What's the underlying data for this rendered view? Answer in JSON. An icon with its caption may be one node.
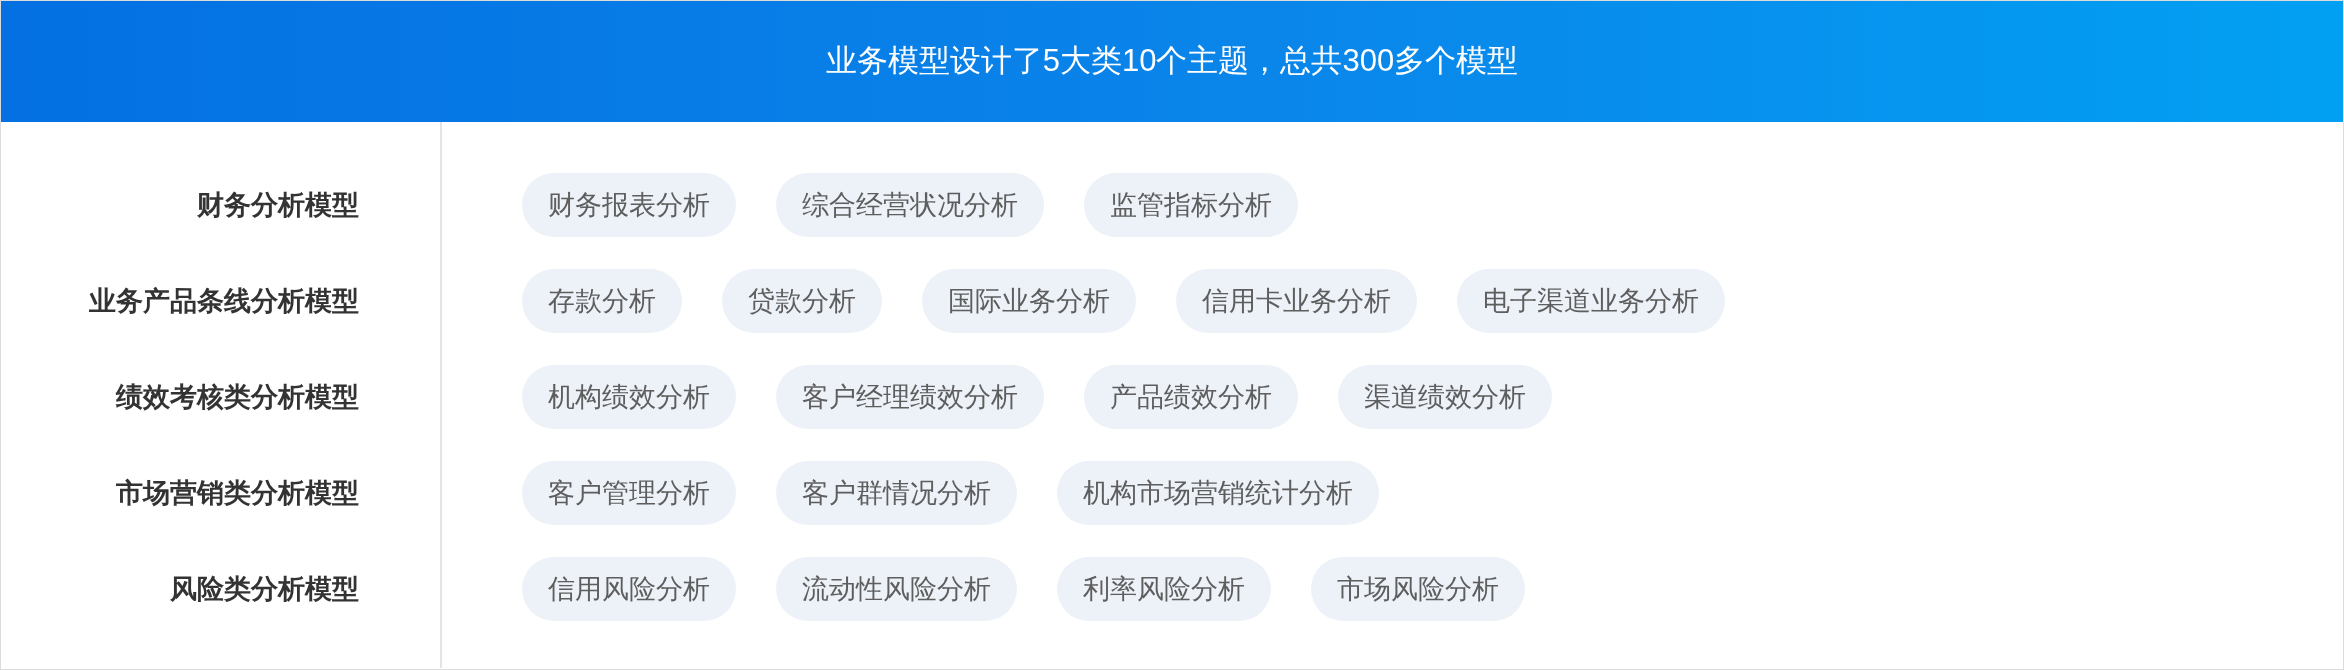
{
  "diagram": {
    "title": "业务模型设计了5大类10个主题，总共300多个模型",
    "nodes": [
      {
        "text": [
          "财务报表分析"
        ]
      },
      {
        "text": [
          "综合经营状况分析"
        ]
      },
      {
        "text": [
          "监管指标分析"
        ]
      },
      {
        "text": [
          "存款分析"
        ]
      },
      {
        "text": [
          "贷款分析"
        ]
      },
      {
        "text": [
          "国际业务分析"
        ]
      },
      {
        "text": [
          "信用卡业务分析"
        ]
      },
      {
        "text": [
          "电子渠道业务分析"
        ]
      },
      {
        "text": [
          "机构绩效分析"
        ]
      },
      {
        "text": [
          "客户经理绩效分析"
        ]
      },
      {
        "text": [
          "产品绩效分析"
        ]
      },
      {
        "text": [
          "渠道绩效分析"
        ]
      },
      {
        "text": [
          "客户管理分析"
        ]
      },
      {
        "text": [
          "客户群情况分析"
        ]
      },
      {
        "text": [
          "机构市场营销统计分析"
        ]
      },
      {
        "text": [
          "信用风险分析"
        ]
      },
      {
        "text": [
          "流动性风险分析"
        ]
      },
      {
        "text": [
          "利率风险分析"
        ]
      },
      {
        "text": [
          "市场风险分析"
        ]
      }
    ],
    "labels": [
      "财务分析模型",
      "业务产品条线分析模型",
      "绩效考核类分析模型",
      "市场营销类分析模型",
      "风险类分析模型"
    ]
  }
}
